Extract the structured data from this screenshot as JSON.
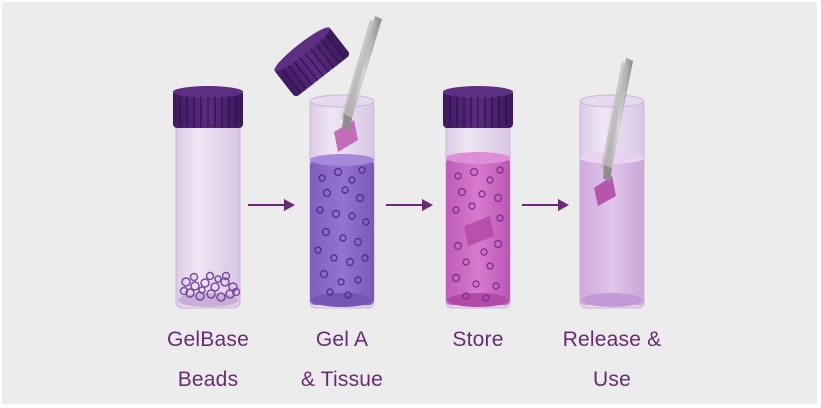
{
  "steps": [
    {
      "line1": "GelBase",
      "line2": "Beads"
    },
    {
      "line1": "Gel A",
      "line2": "& Tissue"
    },
    {
      "line1": "Store",
      "line2": ""
    },
    {
      "line1": "Release &",
      "line2": "Use"
    }
  ],
  "colors": {
    "background": "#ececec",
    "label_text": "#6a2a78",
    "cap": "#4a1f6b",
    "arrow": "#6a2a78",
    "gel_a": "#8b66c6",
    "store_liquid": "#c860c0",
    "release_liquid": "#d4aee0",
    "tissue": "#b04aa6",
    "tweezers": "#aaaaaa"
  },
  "icons": [
    "vial",
    "vial-cap",
    "tweezers",
    "tissue-slice",
    "bead",
    "right-arrow"
  ]
}
